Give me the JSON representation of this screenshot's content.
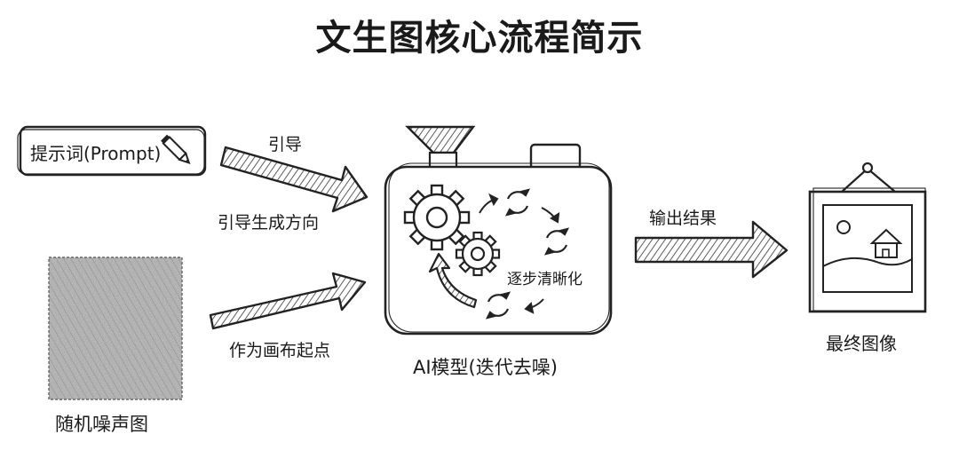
{
  "title": "文生图核心流程简示",
  "prompt_box": {
    "text": "提示词(Prompt)",
    "icon": "pencil-icon"
  },
  "noise": {
    "label": "随机噪声图"
  },
  "arrows": {
    "guide": "引导",
    "guide_direction": "引导生成方向",
    "canvas_start": "作为画布起点",
    "output": "输出结果"
  },
  "model": {
    "label": "AI模型(迭代去噪)",
    "inner_label": "逐步清晰化",
    "icons": [
      "gear-icon",
      "refresh-cycle-icon"
    ]
  },
  "final_image": {
    "label": "最终图像",
    "icon": "picture-frame-icon"
  }
}
